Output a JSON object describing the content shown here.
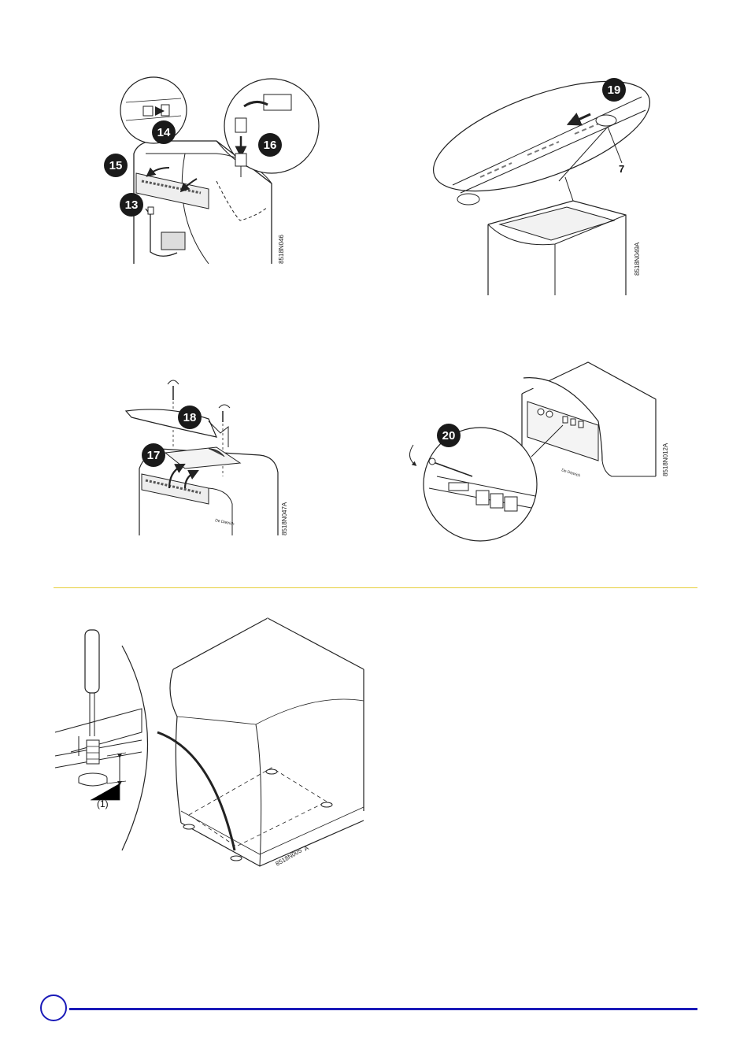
{
  "figures": {
    "fig1": {
      "steps": [
        "14",
        "15",
        "16",
        "13"
      ],
      "ref_code": "8518N046"
    },
    "fig2": {
      "steps": [
        "19"
      ],
      "callout": "7",
      "ref_code": "8518N049A"
    },
    "fig3": {
      "steps": [
        "18",
        "17"
      ],
      "ref_code": "8518N047A",
      "brand_mark": "De Dietrich"
    },
    "fig4": {
      "steps": [
        "20"
      ],
      "ref_code": "8518N012A",
      "brand_mark": "De Dietrich"
    },
    "fig5": {
      "dimension_label": "(1)",
      "ref_code": "8518N005",
      "ref_suffix": "A"
    }
  },
  "colors": {
    "divider": "#e6cf3a",
    "footer": "#1a1ab8",
    "badge": "#1a1a1a"
  }
}
